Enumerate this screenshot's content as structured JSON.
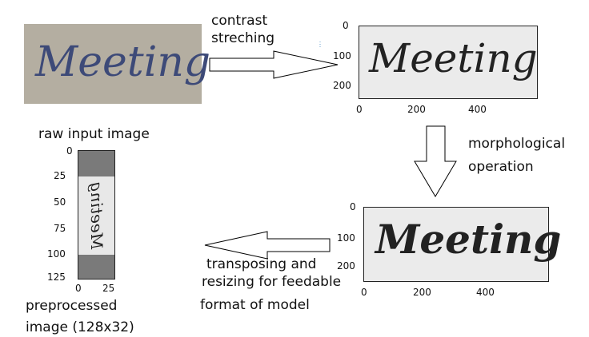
{
  "colors": {
    "raw_bg": "#b4aea1",
    "raw_ink": "#3d4a78",
    "gray_bg": "#e8e8e8",
    "ink": "#222222",
    "pad": "#7a7a7a"
  },
  "raw_image": {
    "word": "Meeting",
    "caption": "raw input image"
  },
  "step1": {
    "label_line1": "contrast",
    "label_line2": "streching"
  },
  "plot1": {
    "word": "Meeting",
    "y_ticks": [
      "0",
      "100",
      "200"
    ],
    "x_ticks": [
      "0",
      "200",
      "400"
    ]
  },
  "step2": {
    "label_line1": "morphological",
    "label_line2": "operation"
  },
  "plot2": {
    "word": "Meeting",
    "y_ticks": [
      "0",
      "100",
      "200"
    ],
    "x_ticks": [
      "0",
      "200",
      "400"
    ]
  },
  "step3": {
    "label_line1": "transposing and",
    "label_line2": "resizing for feedable",
    "label_line3": "format of model"
  },
  "plot3": {
    "word": "Meeting",
    "y_ticks": [
      "0",
      "25",
      "50",
      "75",
      "100",
      "125"
    ],
    "x_ticks": [
      "0",
      "25"
    ],
    "caption_line1": "preprocessed",
    "caption_line2": "image (128x32)"
  }
}
